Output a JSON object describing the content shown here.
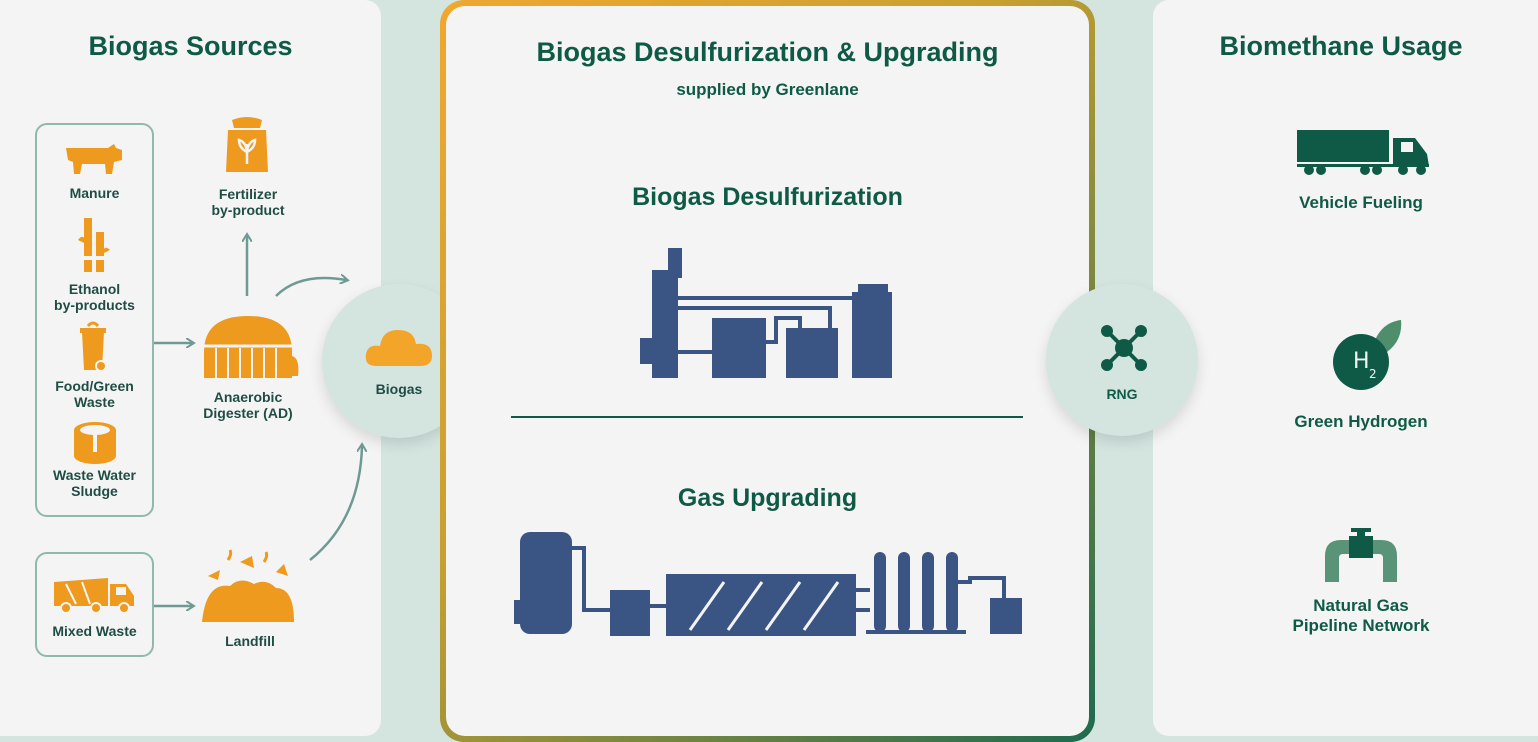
{
  "sources": {
    "title": "Biogas Sources",
    "items": [
      {
        "label": "Manure",
        "icon": "cow-icon"
      },
      {
        "label": "Ethanol\nby-products",
        "icon": "corn-icon"
      },
      {
        "label": "Food/Green\nWaste",
        "icon": "compost-bin-icon"
      },
      {
        "label": "Waste Water\nSludge",
        "icon": "sludge-tank-icon"
      },
      {
        "label": "Mixed Waste",
        "icon": "garbage-truck-icon"
      }
    ],
    "fertilizer": "Fertilizer\nby-product",
    "digester": "Anaerobic\nDigester (AD)",
    "landfill": "Landfill",
    "biogas": "Biogas"
  },
  "process": {
    "title": "Biogas Desulfurization & Upgrading",
    "subtitle": "supplied by Greenlane",
    "step1": "Biogas Desulfurization",
    "step2": "Gas Upgrading"
  },
  "usage": {
    "title": "Biomethane Usage",
    "rng": "RNG",
    "items": [
      {
        "label": "Vehicle Fueling",
        "icon": "truck-icon"
      },
      {
        "label": "Green Hydrogen",
        "icon": "hydrogen-leaf-icon"
      },
      {
        "label": "Natural Gas\nPipeline Network",
        "icon": "pipeline-valve-icon"
      }
    ]
  },
  "colors": {
    "orange": "#ee9a1e",
    "navy": "#3a5583",
    "green": "#0f5a46",
    "arrow": "#6f9a94"
  }
}
